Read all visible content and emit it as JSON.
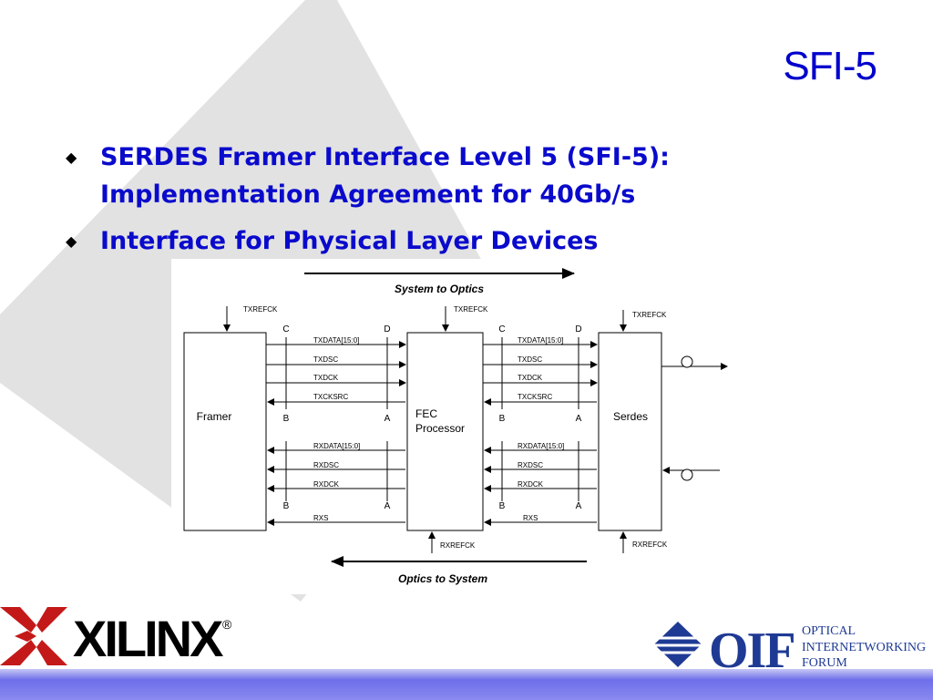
{
  "slide": {
    "title": "SFI-5",
    "bullets": [
      {
        "line1": "SERDES Framer Interface Level 5 (SFI-5):",
        "line2": "Implementation Agreement for 40Gb/s"
      },
      {
        "line1": "Interface for Physical Layer Devices",
        "line2": ""
      }
    ],
    "bullet_glyph": "◆"
  },
  "diagram": {
    "top_flow": "System to Optics",
    "bottom_flow": "Optics to System",
    "framer": "Framer",
    "fec_line1": "FEC",
    "fec_line2": "Processor",
    "serdes": "Serdes",
    "txrefck": "TXREFCK",
    "rxrefck": "RXREFCK",
    "points": {
      "c": "C",
      "d": "D",
      "a": "A",
      "b": "B"
    },
    "tx_signals": [
      "TXDATA[15:0]",
      "TXDSC",
      "TXDCK",
      "TXCKSRC"
    ],
    "rx_signals": [
      "RXDATA[15:0]",
      "RXDSC",
      "RXDCK",
      "RXS"
    ],
    "right_tx_data": "TXDATA[15:0]"
  },
  "logos": {
    "xilinx": "XILINX",
    "registered": "®",
    "oif": "OIF",
    "oif_line1": "OPTICAL",
    "oif_line2": "INTERNETWORKING",
    "oif_line3": "FORUM"
  },
  "colors": {
    "title": "#0000cc",
    "bullet_text": "#0a0acc",
    "footer_bar": "#6e6eea",
    "diamond": "#e2e2e2",
    "oif_blue": "#1f3a94"
  }
}
